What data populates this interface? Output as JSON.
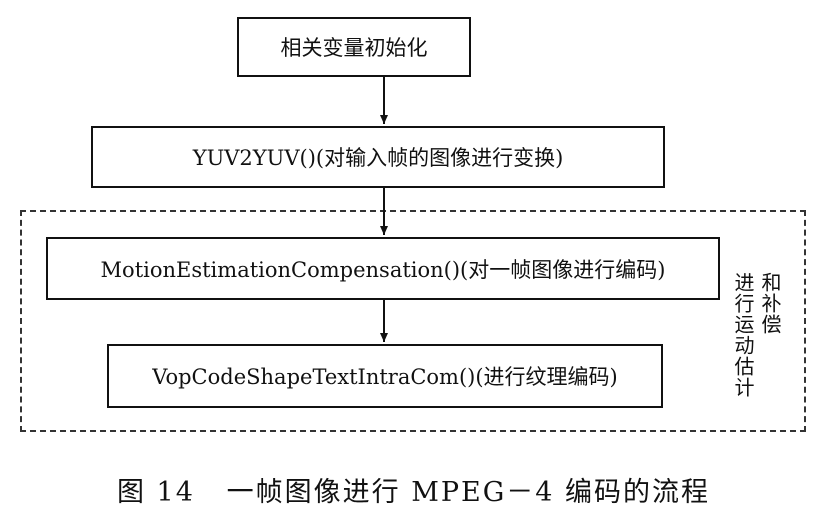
{
  "diagram": {
    "nodes": [
      {
        "id": "init",
        "text": "相关变量初始化"
      },
      {
        "id": "yuv",
        "text": "YUV2YUV()(对输入帧的图像进行变换)"
      },
      {
        "id": "motion",
        "text": "MotionEstimationCompensation()(对一帧图像进行编码)"
      },
      {
        "id": "vop",
        "text": "VopCodeShapeTextIntraCom()(进行纹理编码)"
      }
    ],
    "edges": [
      {
        "from": "init",
        "to": "yuv"
      },
      {
        "from": "yuv",
        "to": "motion"
      },
      {
        "from": "motion",
        "to": "vop"
      }
    ],
    "group": {
      "contains": [
        "motion",
        "vop"
      ],
      "label_line1": "进行运动估计",
      "label_line2": "和补偿"
    }
  },
  "caption": "图 14   一帧图像进行 MPEG－4 编码的流程"
}
